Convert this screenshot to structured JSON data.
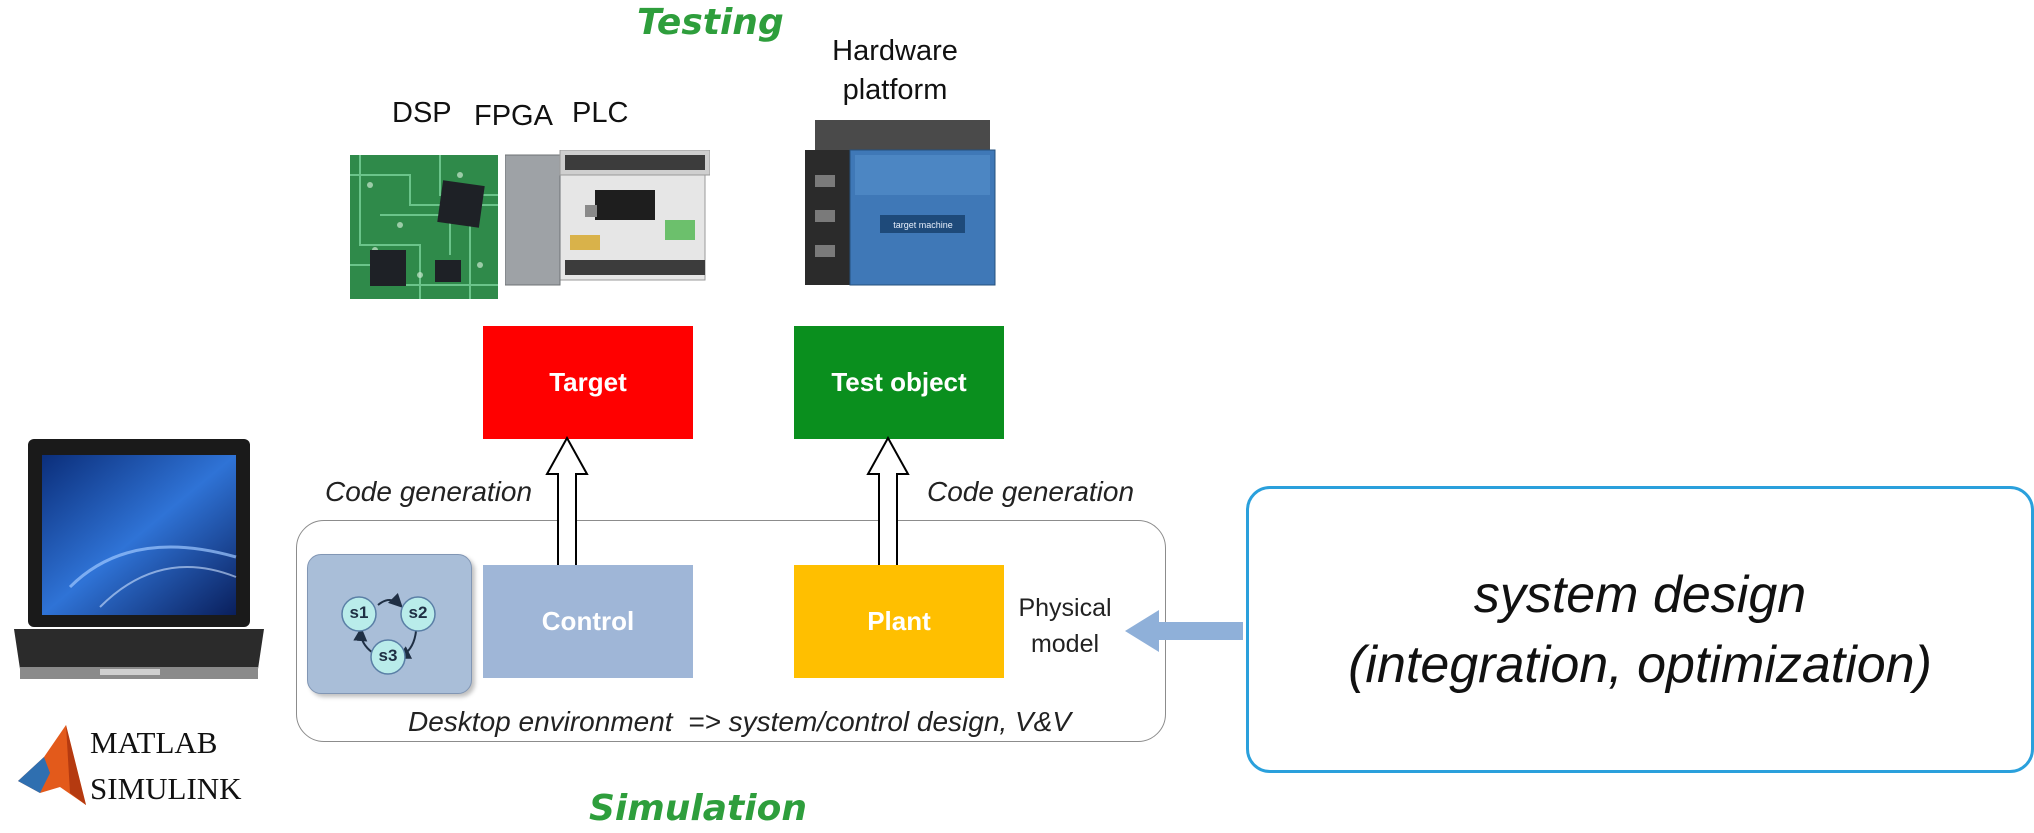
{
  "headings": {
    "top": "Testing",
    "bottom": "Simulation"
  },
  "hardware": {
    "dsp": "DSP",
    "fpga": "FPGA",
    "plc": "PLC",
    "platform_line1": "Hardware",
    "platform_line2": "platform"
  },
  "boxes": {
    "target": "Target",
    "test_object": "Test object",
    "control": "Control",
    "plant": "Plant"
  },
  "arrows": {
    "left_label": "Code generation",
    "right_label": "Code generation"
  },
  "statechart": {
    "states": [
      "s1",
      "s2",
      "s3"
    ]
  },
  "physical_model": {
    "line1": "Physical",
    "line2": "model"
  },
  "desktop_caption": "Desktop environment  => system/control design, V&V",
  "system_design": {
    "line1": "system design",
    "line2": "(integration, optimization)"
  },
  "logo": {
    "line1": "MATLAB",
    "line2": "SIMULINK"
  },
  "colors": {
    "heading_green": "#2e9e3c",
    "target_red": "#ff0000",
    "test_object_green": "#0a8f1e",
    "control_blue": "#9fb6d7",
    "plant_yellow": "#ffbf00",
    "system_design_border": "#2aa0dc",
    "feed_arrow": "#8fb0d9"
  }
}
